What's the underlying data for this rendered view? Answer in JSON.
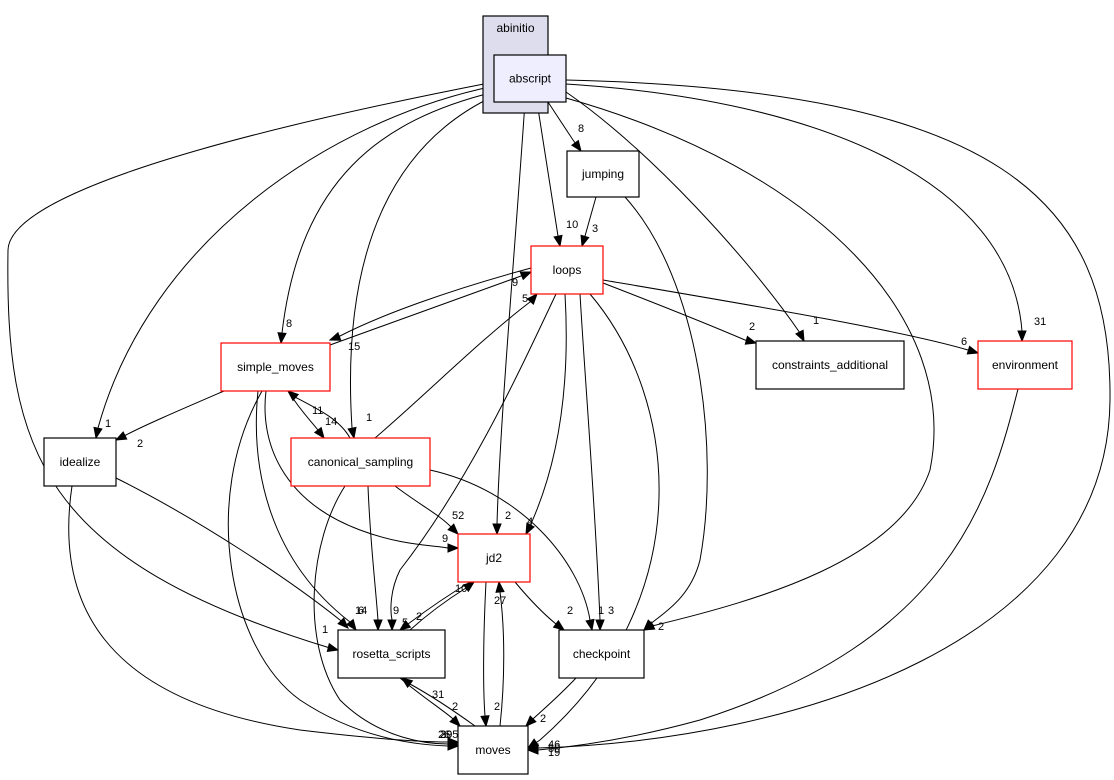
{
  "graph": {
    "cluster": {
      "id": "abinitio",
      "label": "abinitio"
    },
    "nodes": [
      {
        "id": "abscript",
        "label": "abscript",
        "style": "current"
      },
      {
        "id": "jumping",
        "label": "jumping",
        "style": "normal"
      },
      {
        "id": "loops",
        "label": "loops",
        "style": "red"
      },
      {
        "id": "simple_moves",
        "label": "simple_moves",
        "style": "red"
      },
      {
        "id": "constraints_additional",
        "label": "constraints_additional",
        "style": "normal"
      },
      {
        "id": "environment",
        "label": "environment",
        "style": "red"
      },
      {
        "id": "idealize",
        "label": "idealize",
        "style": "normal"
      },
      {
        "id": "canonical_sampling",
        "label": "canonical_sampling",
        "style": "red"
      },
      {
        "id": "jd2",
        "label": "jd2",
        "style": "red"
      },
      {
        "id": "rosetta_scripts",
        "label": "rosetta_scripts",
        "style": "normal"
      },
      {
        "id": "checkpoint",
        "label": "checkpoint",
        "style": "normal"
      },
      {
        "id": "moves",
        "label": "moves",
        "style": "normal"
      }
    ],
    "edges": [
      {
        "from": "abscript",
        "to": "jumping",
        "label": "8"
      },
      {
        "from": "abscript",
        "to": "loops",
        "label": "10"
      },
      {
        "from": "abscript",
        "to": "simple_moves",
        "label": "8"
      },
      {
        "from": "abscript",
        "to": "constraints_additional",
        "label": "1"
      },
      {
        "from": "abscript",
        "to": "environment",
        "label": "31"
      },
      {
        "from": "abscript",
        "to": "idealize",
        "label": "1"
      },
      {
        "from": "abscript",
        "to": "canonical_sampling",
        "label": "1"
      },
      {
        "from": "abscript",
        "to": "jd2",
        "label": "2"
      },
      {
        "from": "abscript",
        "to": "rosetta_scripts",
        "label": "1"
      },
      {
        "from": "abscript",
        "to": "checkpoint",
        "label": "2"
      },
      {
        "from": "abscript",
        "to": "moves",
        "label": "50"
      },
      {
        "from": "jumping",
        "to": "loops",
        "label": "3"
      },
      {
        "from": "jumping",
        "to": "checkpoint",
        "label": ""
      },
      {
        "from": "loops",
        "to": "simple_moves",
        "label": "15"
      },
      {
        "from": "loops",
        "to": "constraints_additional",
        "label": "2"
      },
      {
        "from": "loops",
        "to": "environment",
        "label": "6"
      },
      {
        "from": "loops",
        "to": "jd2",
        "label": "4"
      },
      {
        "from": "loops",
        "to": "rosetta_scripts",
        "label": "2"
      },
      {
        "from": "loops",
        "to": "checkpoint",
        "label": "3"
      },
      {
        "from": "loops",
        "to": "moves",
        "label": "46"
      },
      {
        "from": "simple_moves",
        "to": "loops",
        "label": "9"
      },
      {
        "from": "simple_moves",
        "to": "idealize",
        "label": "2"
      },
      {
        "from": "simple_moves",
        "to": "canonical_sampling",
        "label": "14"
      },
      {
        "from": "simple_moves",
        "to": "jd2",
        "label": "9"
      },
      {
        "from": "simple_moves",
        "to": "rosetta_scripts",
        "label": "14"
      },
      {
        "from": "simple_moves",
        "to": "moves",
        "label": "395"
      },
      {
        "from": "canonical_sampling",
        "to": "simple_moves",
        "label": "11"
      },
      {
        "from": "canonical_sampling",
        "to": "loops",
        "label": "5"
      },
      {
        "from": "canonical_sampling",
        "to": "jd2",
        "label": "52"
      },
      {
        "from": "canonical_sampling",
        "to": "rosetta_scripts",
        "label": "9"
      },
      {
        "from": "canonical_sampling",
        "to": "checkpoint",
        "label": "1"
      },
      {
        "from": "canonical_sampling",
        "to": "moves",
        "label": "26"
      },
      {
        "from": "idealize",
        "to": "rosetta_scripts",
        "label": "6"
      },
      {
        "from": "idealize",
        "to": "moves",
        "label": "20"
      },
      {
        "from": "jd2",
        "to": "rosetta_scripts",
        "label": "5"
      },
      {
        "from": "jd2",
        "to": "checkpoint",
        "label": "2"
      },
      {
        "from": "jd2",
        "to": "moves",
        "label": "27"
      },
      {
        "from": "rosetta_scripts",
        "to": "jd2",
        "label": "10"
      },
      {
        "from": "rosetta_scripts",
        "to": "moves",
        "label": "31"
      },
      {
        "from": "moves",
        "to": "jd2",
        "label": "2"
      },
      {
        "from": "moves",
        "to": "rosetta_scripts",
        "label": "2"
      },
      {
        "from": "checkpoint",
        "to": "moves",
        "label": "2"
      },
      {
        "from": "environment",
        "to": "moves",
        "label": "19"
      }
    ]
  },
  "colors": {
    "cluster_fill": "#ddddee",
    "current_fill": "#eeeeff",
    "red_border": "#ff0000",
    "normal_border": "#000000"
  }
}
